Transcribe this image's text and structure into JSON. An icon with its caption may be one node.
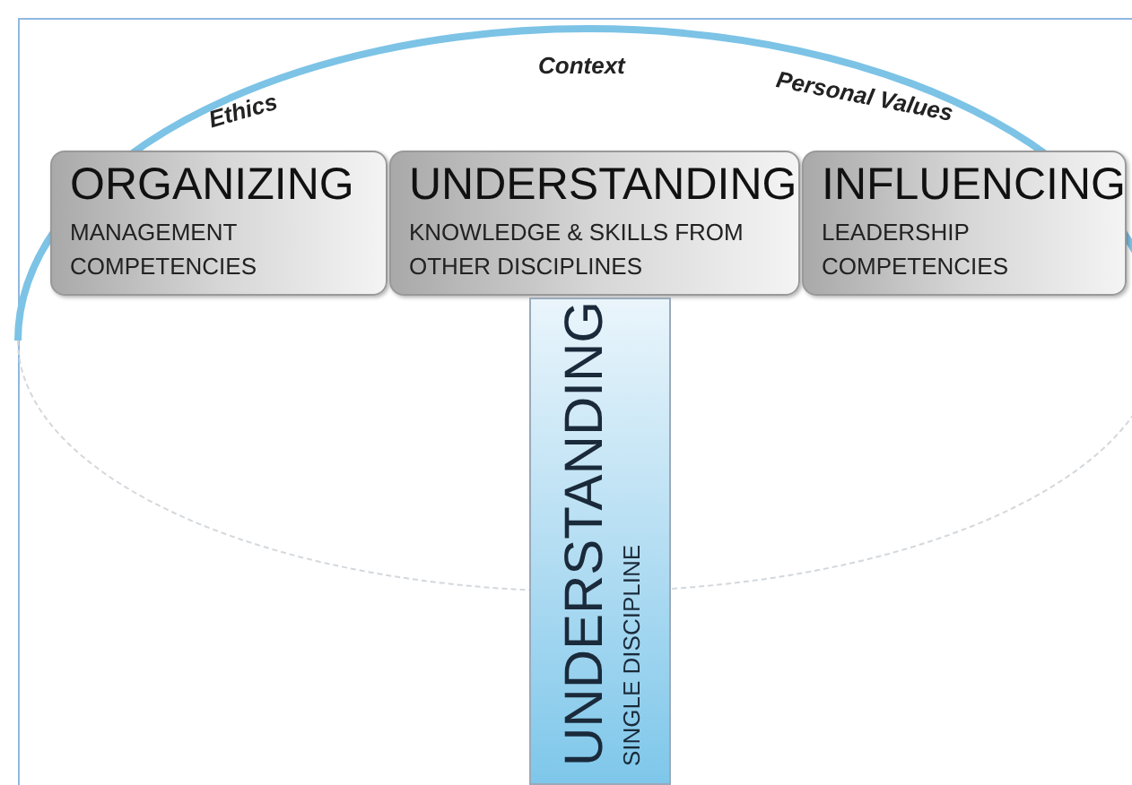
{
  "diagram": {
    "nodes": [
      {
        "text": [
          "ORGANIZING",
          "MANAGEMENT COMPETENCIES"
        ]
      },
      {
        "text": [
          "UNDERSTANDING",
          "KNOWLEDGE & SKILLS FROM OTHER DISCIPLINES"
        ]
      },
      {
        "text": [
          "INFLUENCING",
          "LEADERSHIP COMPETENCIES"
        ]
      },
      {
        "text": [
          "UNDERSTANDING",
          "SINGLE DISCIPLINE"
        ]
      }
    ],
    "labels": [
      "Ethics",
      "Context",
      "Personal Values"
    ]
  }
}
